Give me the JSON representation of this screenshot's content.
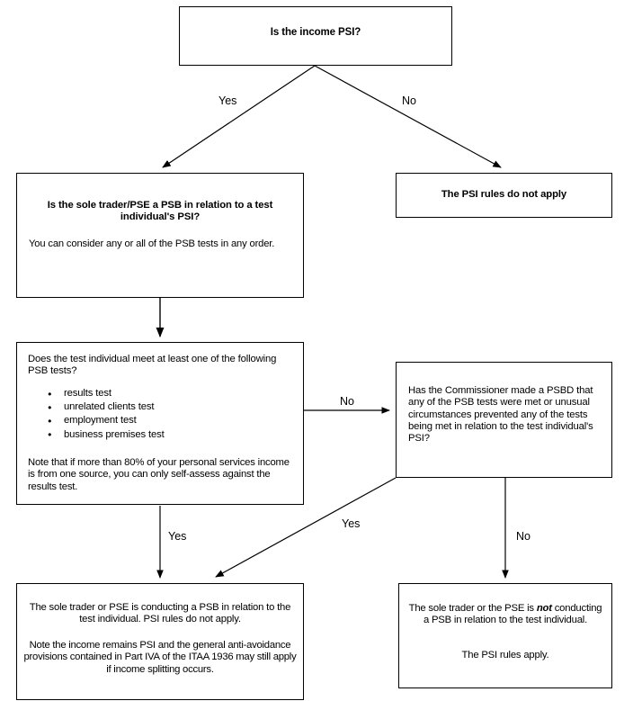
{
  "diagram": {
    "title": "PSI / PSB decision flowchart",
    "stroke_color": "#000000",
    "background_color": "#ffffff"
  },
  "nodes": {
    "top_question": {
      "text": "Is the income PSI?"
    },
    "sole_trader": {
      "heading": "Is the sole trader/PSE a PSB in relation to a test individual's PSI?",
      "body": "You can consider any or all of the PSB tests in any order."
    },
    "no_rules": {
      "text": "The PSI rules do not apply"
    },
    "psb_tests": {
      "question": "Does the test individual meet at least one of the following PSB tests?",
      "bullets": [
        "results test",
        "unrelated clients test",
        "employment test",
        "business premises test"
      ],
      "note": "Note that if more than 80% of your personal services income is from one source, you can only self-assess against the results test."
    },
    "psbd": {
      "text": "Has the Commissioner made a PSBD that any of the PSB tests were met or unusual circumstances prevented any of the tests being met in relation to the test individual's PSI?"
    },
    "psb_yes": {
      "para1": "The sole trader or PSE is conducting a PSB in relation to the test individual. PSI rules do not apply.",
      "para2": "Note the income remains PSI and the general anti-avoidance provisions contained in Part IVA of the ITAA 1936 may still apply if income splitting occurs."
    },
    "psb_no": {
      "para1_a": "The sole trader or the PSE is ",
      "para1_em": "not",
      "para1_b": " conducting a PSB in relation to the test individual.",
      "para2": "The PSI rules apply."
    }
  },
  "edges": {
    "top_yes": "Yes",
    "top_no": "No",
    "tests_no": "No",
    "tests_yes": "Yes",
    "psbd_yes": "Yes",
    "psbd_no": "No"
  }
}
